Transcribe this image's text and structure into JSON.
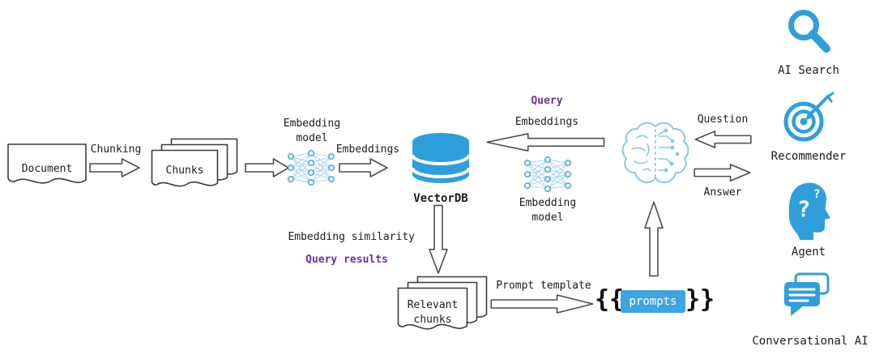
{
  "colors": {
    "blue": "#2F9FDB",
    "light_blue": "#8AC6EA",
    "purple": "#7030A0"
  },
  "flow": {
    "document": "Document",
    "chunking": "Chunking",
    "chunks": "Chunks",
    "embedding_model_top": "Embedding\nmodel",
    "embeddings": "Embeddings",
    "vectordb": "VectorDB",
    "query": "Query",
    "query_embeddings": "Embeddings",
    "embedding_model_right": "Embedding\nmodel",
    "question": "Question",
    "answer": "Answer",
    "embedding_similarity": "Embedding similarity",
    "query_results": "Query results",
    "relevant_chunks": "Relevant\nchunks",
    "prompt_template": "Prompt template",
    "left_braces": "{{",
    "prompts": "prompts",
    "right_braces": "}}"
  },
  "applications": [
    {
      "label": "AI Search",
      "icon": "search-icon"
    },
    {
      "label": "Recommender",
      "icon": "target-icon"
    },
    {
      "label": "Agent",
      "icon": "agent-head-icon"
    },
    {
      "label": "Conversational AI",
      "icon": "chat-icon"
    }
  ]
}
